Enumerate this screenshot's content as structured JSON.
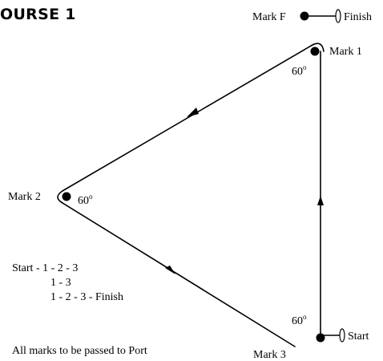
{
  "title": "OURSE 1",
  "marks": {
    "mark_f": "Mark F",
    "mark_1": "Mark 1",
    "mark_2": "Mark 2",
    "mark_3": "Mark 3"
  },
  "flags": {
    "finish": "Finish",
    "start": "Start"
  },
  "angles": {
    "value": "60",
    "unit": "o"
  },
  "route": {
    "lines": [
      "Start - 1 - 2 - 3",
      "1 - 3",
      "1 - 2 - 3 - Finish"
    ]
  },
  "note": "All marks to be passed to Port"
}
